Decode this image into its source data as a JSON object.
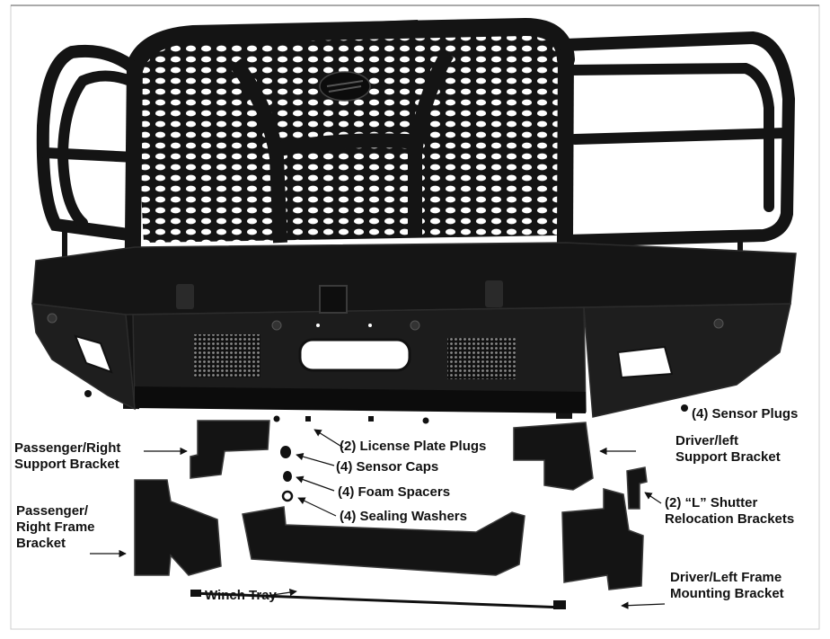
{
  "diagram": {
    "labels": {
      "sensor_plugs": "(4) Sensor Plugs",
      "license_plate_plugs": "(2) License Plate Plugs",
      "sensor_caps": "(4) Sensor Caps",
      "foam_spacers": "(4) Foam Spacers",
      "sealing_washers": "(4) Sealing Washers",
      "passenger_support_bracket": "Passenger/Right\nSupport Bracket",
      "passenger_frame_bracket": "Passenger/\nRight Frame\nBracket",
      "driver_support_bracket": "Driver/left\nSupport Bracket",
      "l_shutter_brackets": "(2) “L” Shutter\nRelocation Brackets",
      "driver_frame_bracket": "Driver/Left Frame\nMounting Bracket",
      "winch_tray": "Winch Tray"
    },
    "colors": {
      "part_fill": "#141414",
      "part_edge": "#3a3a3a",
      "mesh_hole": "#ffffff",
      "border": "#cfcfcf"
    }
  }
}
